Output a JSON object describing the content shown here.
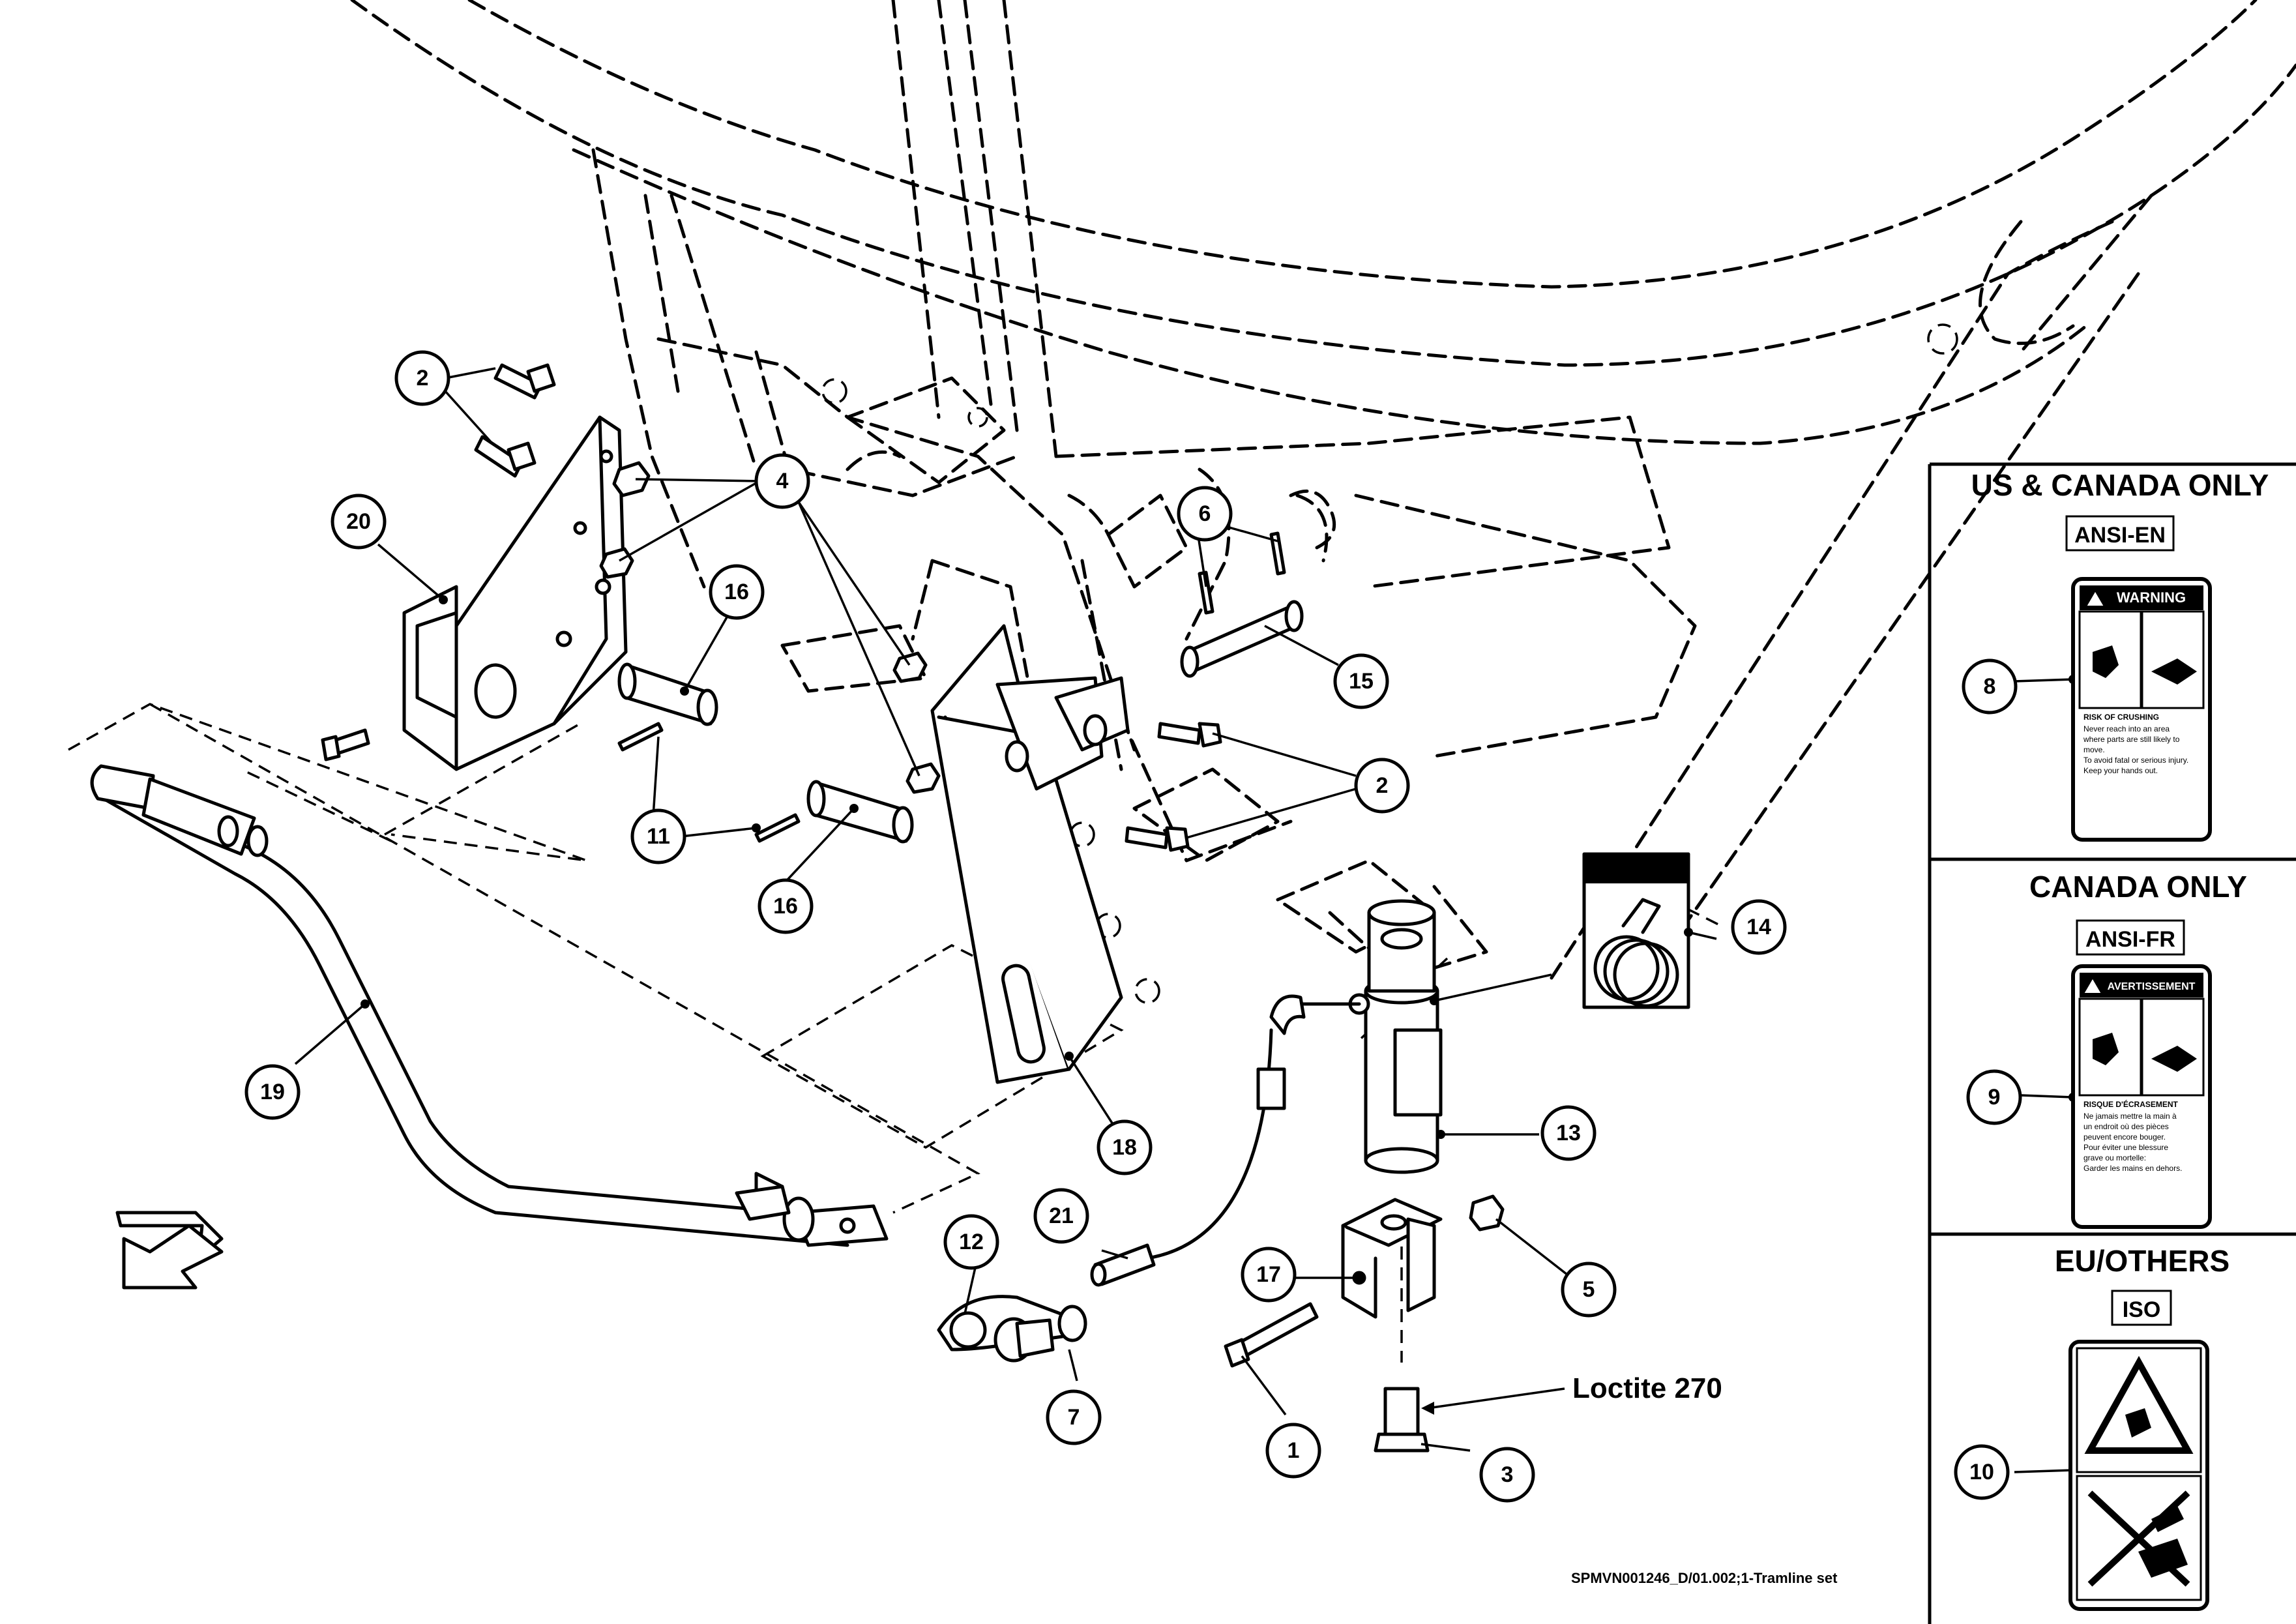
{
  "callouts": {
    "c1": "1",
    "c2a": "2",
    "c2b": "2",
    "c3": "3",
    "c4": "4",
    "c5": "5",
    "c6": "6",
    "c7": "7",
    "c8": "8",
    "c9": "9",
    "c10": "10",
    "c11": "11",
    "c12": "12",
    "c13": "13",
    "c14": "14",
    "c15": "15",
    "c16a": "16",
    "c16b": "16",
    "c17": "17",
    "c18": "18",
    "c19": "19",
    "c20": "20",
    "c21": "21"
  },
  "annotation": {
    "loctite": "Loctite 270"
  },
  "drawing_ref": "SPMVN001246_D/01.002;1-Tramline set",
  "decal_panel": {
    "sections": [
      {
        "title": "US & CANADA ONLY",
        "standard": "ANSI-EN",
        "header": "WARNING",
        "risk": "RISK OF CRUSHING",
        "lines": [
          "Never reach into an area",
          "where parts are still likely to",
          "move.",
          "To avoid fatal or serious injury.",
          "Keep your hands out."
        ]
      },
      {
        "title": "CANADA ONLY",
        "standard": "ANSI-FR",
        "header": "AVERTISSEMENT",
        "risk": "RISQUE D'ÉCRASEMENT",
        "lines": [
          "Ne jamais mettre la main à",
          "un endroit où des pièces",
          "peuvent encore bouger.",
          "Pour éviter une blessure",
          "grave ou mortelle:",
          "Garder les mains en dehors."
        ]
      },
      {
        "title": "EU/OTHERS",
        "standard": "ISO"
      }
    ]
  }
}
